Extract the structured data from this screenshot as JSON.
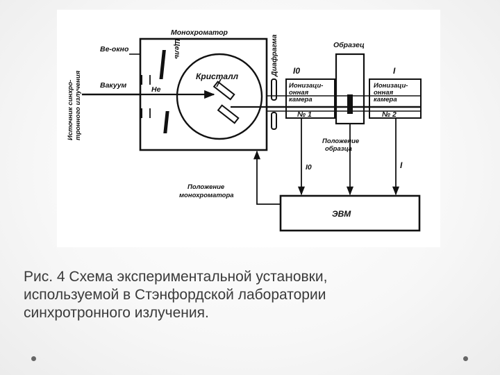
{
  "diagram": {
    "labels": {
      "source": [
        "Источник синхро-",
        "тронного излучения"
      ],
      "be_window": "Be-окно",
      "vacuum": "Вакуум",
      "he": "Не",
      "slit": "Щель",
      "monochromator": "Монохроматор",
      "crystal": "Кристалл",
      "diaphragm": "Диафрагма",
      "i0_top": "I0",
      "chamber1": [
        "Ионизаци-",
        "онная",
        "камера"
      ],
      "chamber1_num": "№ 1",
      "sample": "Образец",
      "sample_position": [
        "Положение",
        "образца"
      ],
      "i_top": "I",
      "chamber2": [
        "Ионизаци-",
        "онная",
        "камера"
      ],
      "chamber2_num": "№ 2",
      "mono_position": [
        "Положение",
        "монохроматора"
      ],
      "i0_bottom": "I0",
      "i_bottom": "I",
      "computer": "ЭВМ"
    }
  },
  "caption": [
    "Рис. 4 Схема экспериментальной установки,",
    "используемой в Стэнфордской лаборатории",
    "синхротронного излучения."
  ]
}
